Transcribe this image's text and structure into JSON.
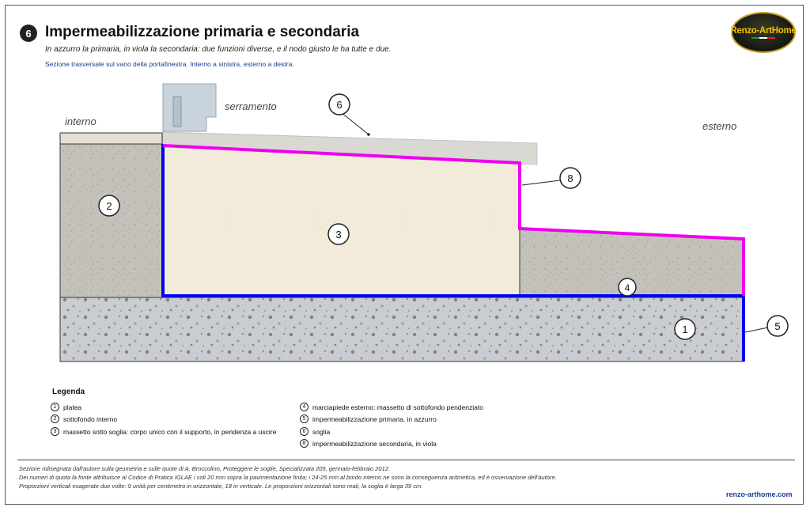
{
  "header": {
    "badge": "6",
    "title": "Impermeabilizzazione primaria e secondaria",
    "subtitle": "In azzurro la primaria, in viola la secondaria: due funzioni diverse, e il nodo giusto le ha tutte e due.",
    "section_note": "Sezione trasversale sul vano della portafinestra. Interno a sinistra, esterno a destra."
  },
  "logo": {
    "text": "Renzo-ArtHome"
  },
  "labels": {
    "interno": "interno",
    "esterno": "esterno",
    "serramento": "serramento"
  },
  "callouts": [
    "1",
    "2",
    "3",
    "4",
    "5",
    "6",
    "8"
  ],
  "colors": {
    "primary_membrane": "#0000ee",
    "secondary_membrane": "#ee00ee",
    "slab": "#c8ccd0",
    "screed_interior": "#c6c3bd",
    "threshold_screed": "#f1e9d6",
    "sill": "#dad8d3",
    "frame": "#c9d3dc"
  },
  "legend": {
    "title": "Legenda",
    "items": [
      {
        "num": "1",
        "text": "platea"
      },
      {
        "num": "2",
        "text": "sottofondo interno"
      },
      {
        "num": "3",
        "text": "massetto sotto soglia: corpo unico con il supporto, in pendenza a uscire"
      },
      {
        "num": "4",
        "text": "marciapiede esterno: massetto di sottofondo pendenziato"
      },
      {
        "num": "5",
        "text": "impermeabilizzazione primaria, in azzurro"
      },
      {
        "num": "6",
        "text": "soglia"
      },
      {
        "num": "8",
        "text": "impermeabilizzazione secondaria, in viola"
      }
    ]
  },
  "footer": {
    "line1": "Sezione ridisegnata dall'autore sulla geometria e sulle quote di A. Broccolino, Proteggere le soglie, Specializzata 205, gennaio-febbraio 2012.",
    "line2": "Dei numeri di quota la fonte attribuisce al Codice di Pratica IGLAE i soli 20 mm sopra la pavimentazione finita; i 24-25 mm al bordo interno ne sono la conseguenza aritmetica, ed è osservazione dell'autore.",
    "line3": "Proporzioni verticali esagerate due volte: 9 unità per centimetro in orizzontale, 18 in verticale. Le proporzioni orizzontali sono reali, la soglia è larga 39 cm.",
    "site": "renzo-arthome.com"
  }
}
